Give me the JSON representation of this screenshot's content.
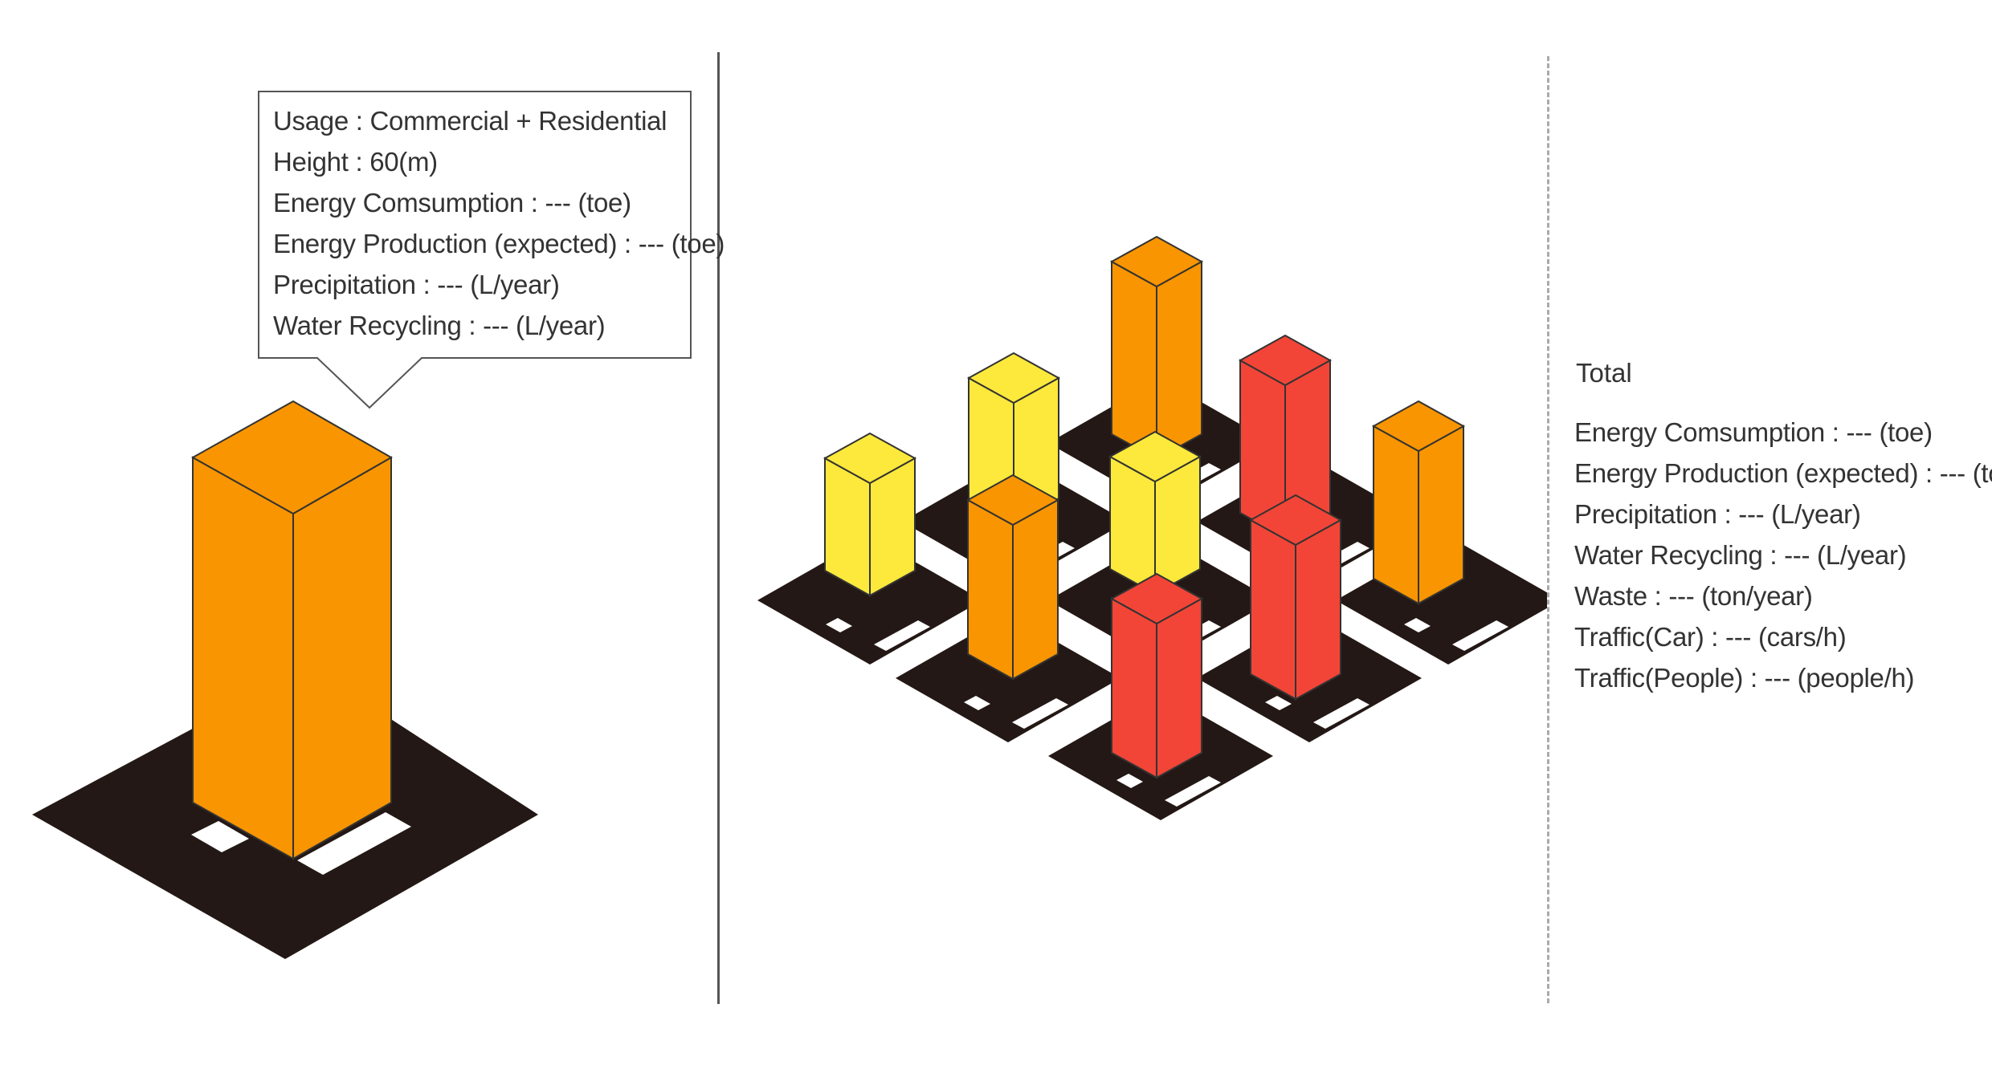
{
  "building_info": {
    "usage": "Usage : Commercial + Residential",
    "height": "Height : 60(m)",
    "energy_consumption": "Energy Comsumption : --- (toe)",
    "energy_production": "Energy Production (expected) : --- (toe)",
    "precipitation": "Precipitation : --- (L/year)",
    "water_recycling": "Water Recycling : --- (L/year)"
  },
  "total": {
    "title": "Total",
    "energy_consumption": "Energy Comsumption : --- (toe)",
    "energy_production": "Energy Production (expected) : --- (toe)",
    "precipitation": "Precipitation : --- (L/year)",
    "water_recycling": "Water Recycling : --- (L/year)",
    "waste": "Waste : --- (ton/year)",
    "traffic_car": "Traffic(Car) : --- (cars/h)",
    "traffic_people": "Traffic(People) : --- (people/h)"
  },
  "colors": {
    "orange": "#f99500",
    "yellow": "#fce93b",
    "red": "#f24537",
    "ground": "#231815",
    "outline": "#333333"
  }
}
